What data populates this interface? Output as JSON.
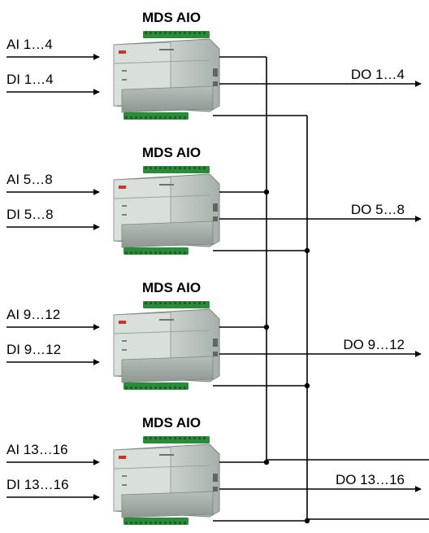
{
  "modules": [
    {
      "title": "MDS AIO",
      "ai_label": "AI 1…4",
      "di_label": "DI 1…4",
      "do_label": "DO 1…4"
    },
    {
      "title": "MDS AIO",
      "ai_label": "AI 5…8",
      "di_label": "DI 5…8",
      "do_label": "DO 5…8"
    },
    {
      "title": "MDS AIO",
      "ai_label": "AI 9…12",
      "di_label": "DI 9…12",
      "do_label": "DO 9…12"
    },
    {
      "title": "MDS AIO",
      "ai_label": "AI 13…16",
      "di_label": "DI 13…16",
      "do_label": "DO 13…16"
    }
  ],
  "colors": {
    "line": "#000000",
    "device_body": "#c9d0cc",
    "device_shade": "#9aa39e",
    "terminal": "#2d8a3a",
    "logo": "#c0392b"
  }
}
